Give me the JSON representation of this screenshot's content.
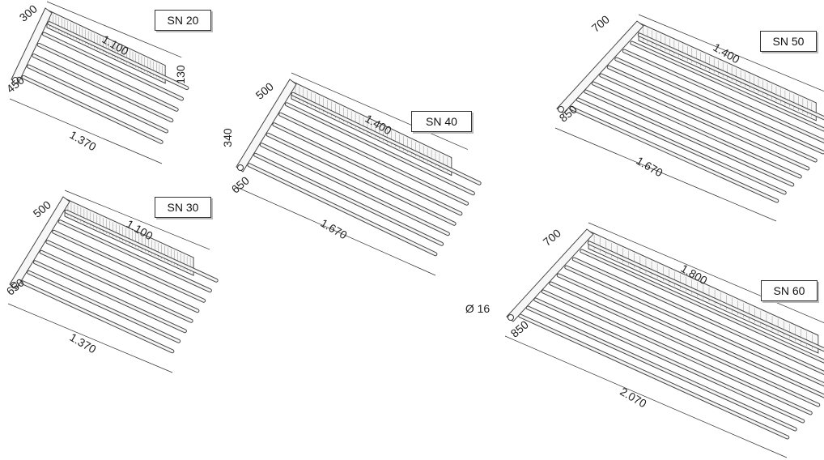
{
  "models": [
    {
      "label": "SN 20",
      "width": "300",
      "length": "1.100",
      "height": "130",
      "depth": "450",
      "total_length": "1.370"
    },
    {
      "label": "SN 30",
      "width": "500",
      "length": "1.100",
      "depth": "650",
      "total_length": "1.370"
    },
    {
      "label": "SN 40",
      "width": "500",
      "length": "1.400",
      "height": "340",
      "depth": "650",
      "total_length": "1.670"
    },
    {
      "label": "SN 50",
      "width": "700",
      "length": "1.400",
      "depth": "850",
      "total_length": "1.670"
    },
    {
      "label": "SN 60",
      "width": "700",
      "length": "1.800",
      "depth": "850",
      "total_length": "2.070",
      "rod_diameter": "Ø 16"
    }
  ]
}
